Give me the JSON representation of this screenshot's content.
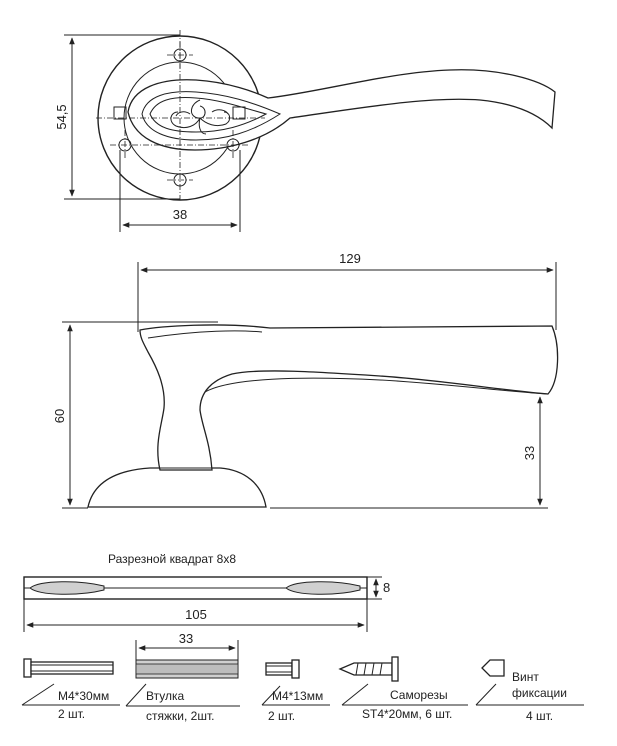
{
  "front_view": {
    "height_dim": "54,5",
    "width_dim": "38"
  },
  "side_view": {
    "length_dim": "129",
    "height_dim": "60",
    "axis_height_dim": "33"
  },
  "square_bar": {
    "title": "Разрезной квадрат 8х8",
    "thickness_dim": "8",
    "length_dim": "105"
  },
  "accessories": {
    "screw_m4x30": {
      "name": "М4*30мм",
      "qty": "2 шт."
    },
    "sleeve": {
      "dim": "33",
      "name_line1": "Втулка",
      "name_line2": "стяжки, 2шт."
    },
    "screw_m4x13": {
      "name": "М4*13мм",
      "qty": "2 шт."
    },
    "self_tapping": {
      "name": "Саморезы",
      "qty": "ST4*20мм, 6 шт."
    },
    "set_screw": {
      "name_line1": "Винт",
      "name_line2": "фиксации",
      "qty": "4 шт."
    }
  }
}
